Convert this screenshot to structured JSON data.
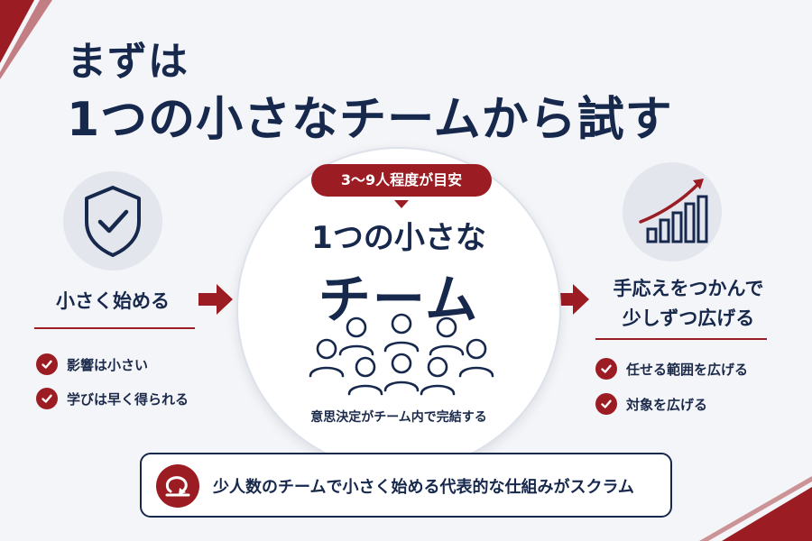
{
  "title": {
    "line1": "まずは",
    "line2": "1つの小さなチームから試す"
  },
  "left": {
    "icon": "shield-check-icon",
    "heading": "小さく始める",
    "items": [
      "影響は小さい",
      "学びは早く得られる"
    ]
  },
  "center": {
    "badge": "3〜9人程度が目安",
    "line1": "1つの小さな",
    "line2": "チーム",
    "icon": "team-people-icon",
    "caption": "意思決定がチーム内で完結する"
  },
  "right": {
    "icon": "growth-chart-icon",
    "heading_line1": "手応えをつかんで",
    "heading_line2": "少しずつ広げる",
    "items": [
      "任せる範囲を広げる",
      "対象を広げる"
    ]
  },
  "bottom": {
    "icon": "scrum-cycle-icon",
    "text": "少人数のチームで小さく始める代表的な仕組みがスクラム"
  },
  "colors": {
    "navy": "#17284d",
    "accent_red": "#9b1c22",
    "background": "#f4f5f8"
  }
}
